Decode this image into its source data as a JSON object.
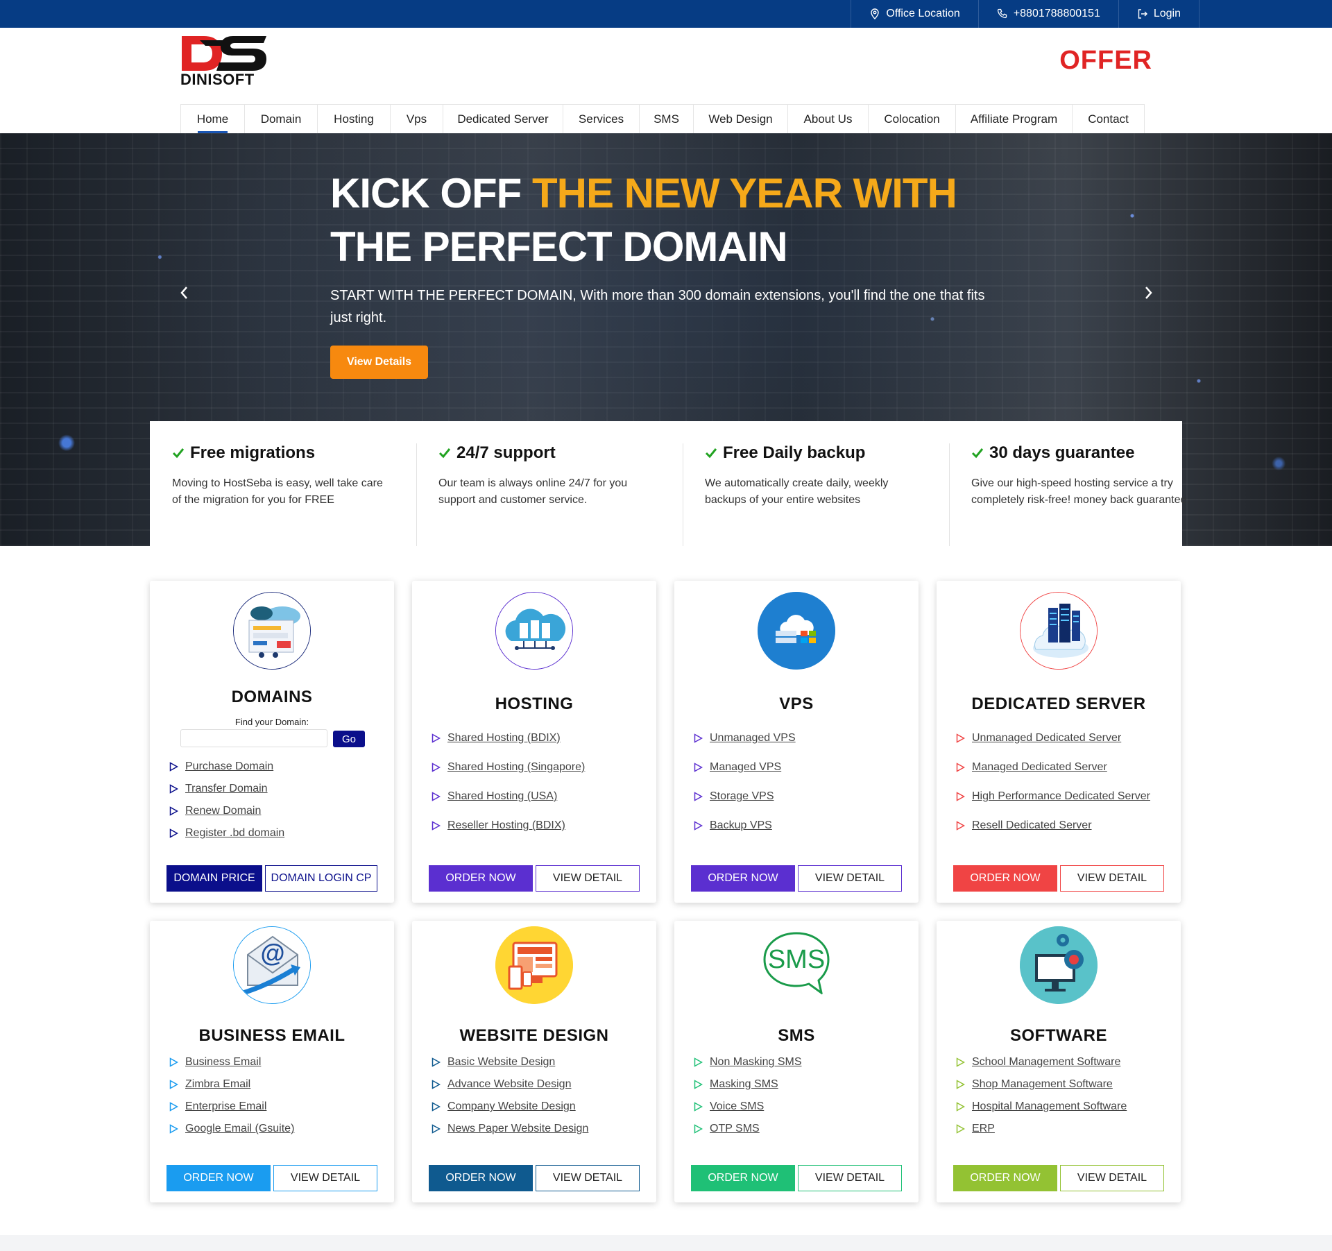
{
  "topbar": {
    "office_location": "Office Location",
    "phone": "+8801788800151",
    "login": "Login"
  },
  "header": {
    "logo_text": "DINISOFT",
    "offer": "OFFER"
  },
  "nav": {
    "items": [
      "Home",
      "Domain",
      "Hosting",
      "Vps",
      "Dedicated Server",
      "Services",
      "SMS",
      "Web Design",
      "About Us",
      "Colocation",
      "Affiliate Program",
      "Contact"
    ],
    "active": "Home"
  },
  "hero": {
    "title_part1": "KICK OFF ",
    "title_highlight": "THE NEW YEAR WITH",
    "title_line2": "THE PERFECT DOMAIN",
    "subtitle": "START WITH THE PERFECT DOMAIN, With more than 300 domain extensions, you'll find the one that fits just right.",
    "button": "View Details",
    "highlight_color": "#f5a91a",
    "button_color": "#f7890f"
  },
  "features": [
    {
      "title": "Free migrations",
      "text": "Moving to HostSeba is easy, well take care of the migration for you for FREE"
    },
    {
      "title": "24/7 support",
      "text": "Our team is always online 24/7 for you support and customer service."
    },
    {
      "title": "Free Daily backup",
      "text": "We automatically create daily, weekly backups of your entire websites"
    },
    {
      "title": "30 days guarantee",
      "text": "Give our high-speed hosting service a try completely risk-free! money back guarantee."
    }
  ],
  "cards": {
    "domains": {
      "title": "DOMAINS",
      "find_label": "Find your Domain:",
      "go": "Go",
      "links": [
        "Purchase Domain",
        "Transfer Domain",
        "Renew Domain",
        "Register .bd domain"
      ],
      "btn1": "DOMAIN PRICE",
      "btn2": "DOMAIN LOGIN CP",
      "color": "#0b0f8b"
    },
    "hosting": {
      "title": "HOSTING",
      "links": [
        "Shared Hosting (BDIX)",
        "Shared Hosting (Singapore)",
        "Shared Hosting (USA)",
        "Reseller Hosting (BDIX)"
      ],
      "btn1": "ORDER NOW",
      "btn2": "VIEW DETAIL",
      "color": "#5b2fd0"
    },
    "vps": {
      "title": "VPS",
      "links": [
        "Unmanaged VPS",
        "Managed VPS",
        "Storage VPS",
        "Backup VPS"
      ],
      "btn1": "ORDER NOW",
      "btn2": "VIEW DETAIL",
      "color": "#5b2fd0"
    },
    "dedicated": {
      "title": "DEDICATED SERVER",
      "links": [
        "Unmanaged Dedicated Server",
        "Managed Dedicated Server",
        "High Performance Dedicated Server",
        "Resell Dedicated Server"
      ],
      "btn1": "ORDER NOW",
      "btn2": "VIEW DETAIL",
      "color": "#f04444"
    },
    "email": {
      "title": "BUSINESS EMAIL",
      "links": [
        "Business Email",
        "Zimbra Email",
        "Enterprise Email",
        "Google Email (Gsuite)"
      ],
      "btn1": "ORDER NOW",
      "btn2": "VIEW DETAIL",
      "color": "#1a9cf0"
    },
    "webdesign": {
      "title": "WEBSITE DESIGN",
      "links": [
        "Basic Website Design",
        "Advance Website Design",
        "Company Website Design",
        "News Paper Website Design"
      ],
      "btn1": "ORDER NOW",
      "btn2": "VIEW DETAIL",
      "color": "#0f5a8f"
    },
    "sms": {
      "title": "SMS",
      "icon_text": "SMS",
      "links": [
        "Non Masking SMS",
        "Masking SMS",
        "Voice SMS",
        "OTP SMS"
      ],
      "btn1": "ORDER NOW",
      "btn2": "VIEW DETAIL",
      "color": "#1fc076"
    },
    "software": {
      "title": "SOFTWARE",
      "links": [
        "School Management Software",
        "Shop Management Software",
        "Hospital Management Software",
        "ERP"
      ],
      "btn1": "ORDER NOW",
      "btn2": "VIEW DETAIL",
      "color": "#93c233"
    }
  }
}
